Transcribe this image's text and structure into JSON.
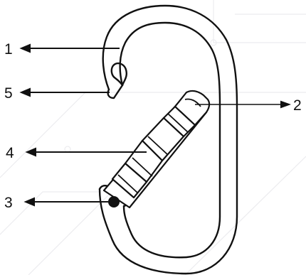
{
  "diagram": {
    "subject": "screwgate-oval-carabiner",
    "callouts": [
      {
        "id": "1",
        "label": "1",
        "points_to": "spine-upper-hook"
      },
      {
        "id": "5",
        "label": "5",
        "points_to": "nose-notch"
      },
      {
        "id": "2",
        "label": "2",
        "points_to": "locking-sleeve-top"
      },
      {
        "id": "4",
        "label": "4",
        "points_to": "locking-sleeve-body"
      },
      {
        "id": "3",
        "label": "3",
        "points_to": "gate-hinge-rivet"
      }
    ],
    "colors": {
      "stroke": "#111111",
      "background": "#ffffff",
      "watermark": "#e9e9ec",
      "rivet": "#111111"
    }
  }
}
